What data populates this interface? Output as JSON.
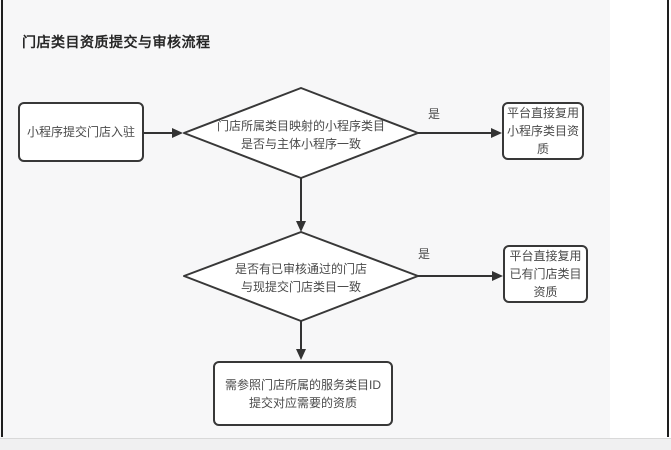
{
  "title": "门店类目资质提交与审核流程",
  "nodes": {
    "start": {
      "label": "小程序提交门店入驻"
    },
    "decision1": {
      "lines": [
        "门店所属类目映射的小程序类目",
        "是否与主体小程序一致"
      ]
    },
    "reuse_mp": {
      "lines": [
        "平台直接复用",
        "小程序类目资",
        "质"
      ]
    },
    "decision2": {
      "lines": [
        "是否有已审核通过的门店",
        "与现提交门店类目一致"
      ]
    },
    "reuse_store": {
      "lines": [
        "平台直接复用",
        "已有门店类目",
        "资质"
      ]
    },
    "submit": {
      "lines": [
        "需参照门店所属的服务类目ID",
        "提交对应需要的资质"
      ]
    }
  },
  "edges": {
    "yes1": "是",
    "yes2": "是"
  },
  "colors": {
    "stroke": "#333333",
    "canvas_bg": "#f7f7f8",
    "node_bg": "#ffffff",
    "text": "#4a4a4a"
  }
}
